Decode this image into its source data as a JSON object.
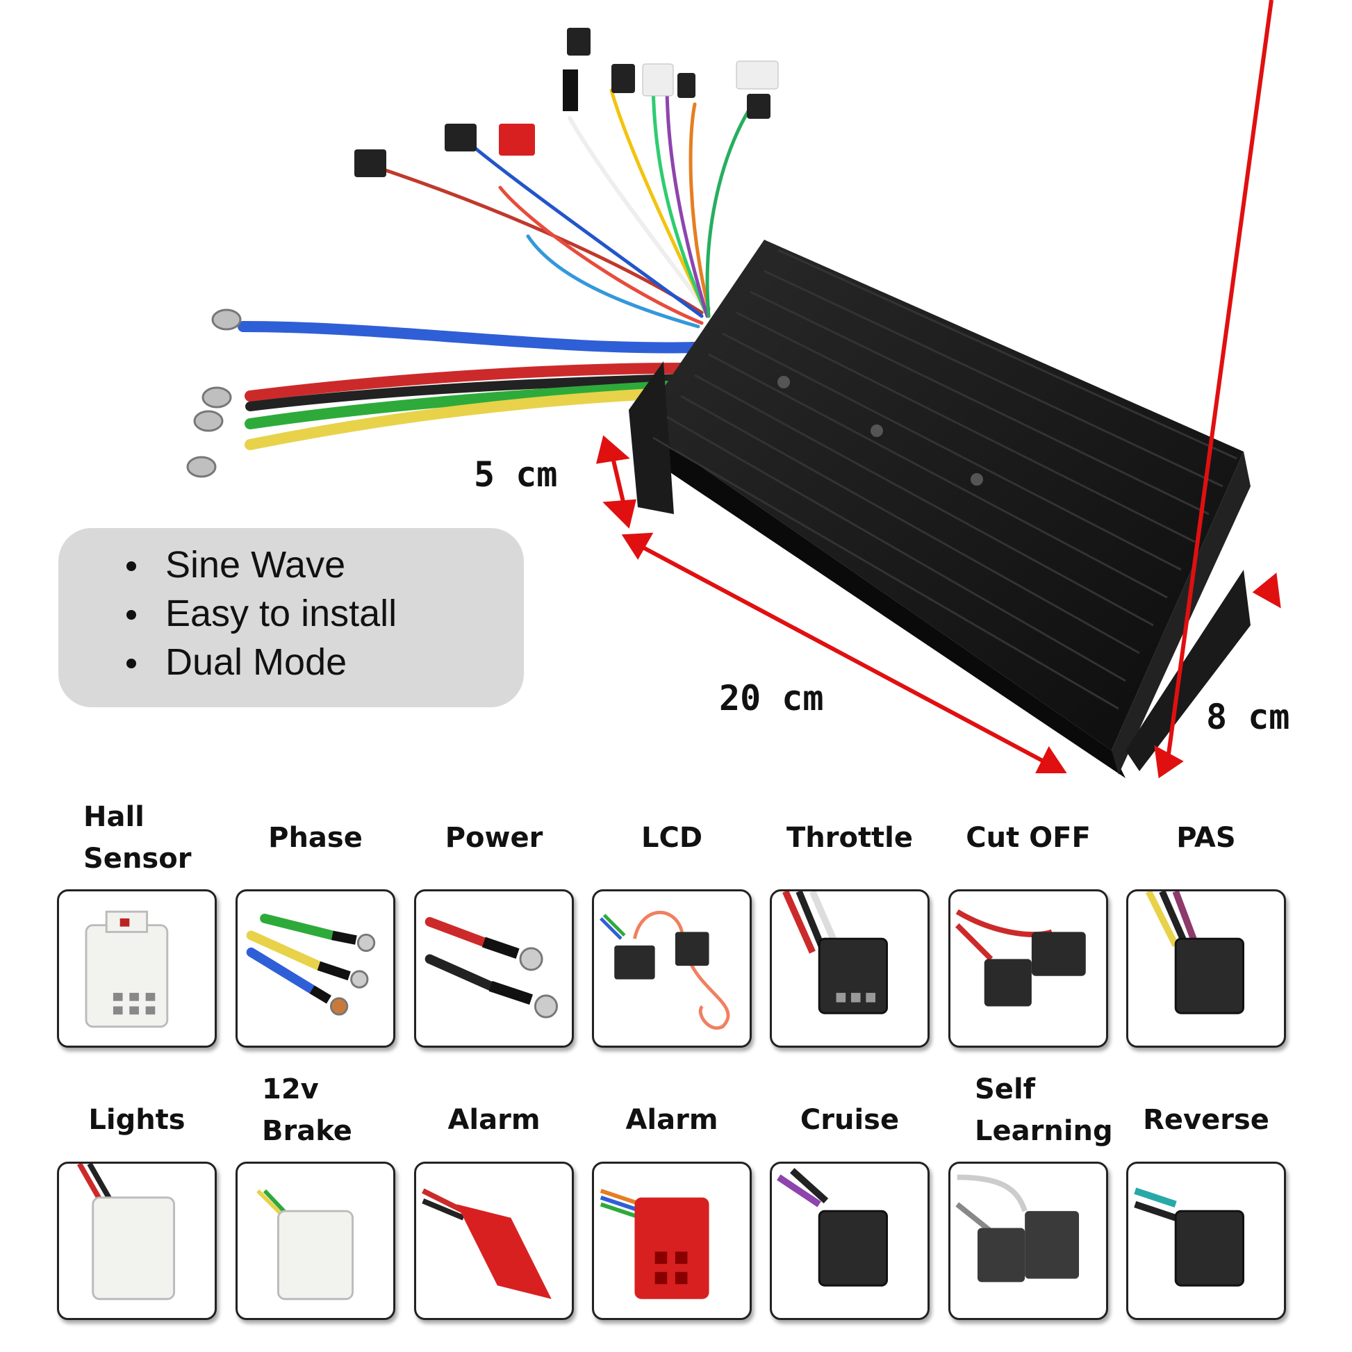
{
  "features": [
    "Sine Wave",
    "Easy to install",
    "Dual Mode"
  ],
  "dimensions": {
    "height": "5 cm",
    "length": "20 cm",
    "width": "8 cm"
  },
  "connectors_row1": [
    {
      "label": "Hall\nSensor",
      "icon": "hall-sensor-connector-icon"
    },
    {
      "label": "Phase",
      "icon": "phase-wires-icon"
    },
    {
      "label": "Power",
      "icon": "power-wires-icon"
    },
    {
      "label": "LCD",
      "icon": "lcd-connector-icon"
    },
    {
      "label": "Throttle",
      "icon": "throttle-connector-icon"
    },
    {
      "label": "Cut OFF",
      "icon": "cut-off-connector-icon"
    },
    {
      "label": "PAS",
      "icon": "pas-connector-icon"
    }
  ],
  "connectors_row2": [
    {
      "label": "Lights",
      "icon": "lights-connector-icon"
    },
    {
      "label": "12v\nBrake",
      "icon": "brake-connector-icon"
    },
    {
      "label": "Alarm",
      "icon": "alarm-connector-icon"
    },
    {
      "label": "Alarm",
      "icon": "alarm-4pin-connector-icon"
    },
    {
      "label": "Cruise",
      "icon": "cruise-connector-icon"
    },
    {
      "label": "Self\nLearning",
      "icon": "self-learning-connector-icon"
    },
    {
      "label": "Reverse",
      "icon": "reverse-connector-icon"
    }
  ],
  "colors": {
    "accent": "#e01010",
    "controller": "#151515",
    "box": "#d9d9d9"
  }
}
